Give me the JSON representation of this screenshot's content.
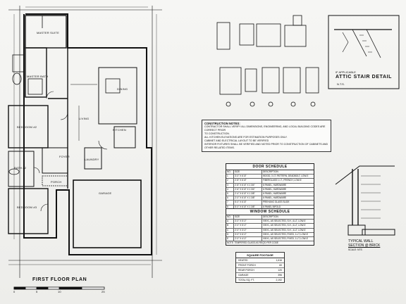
{
  "plan": {
    "title": "FIRST FLOOR PLAN",
    "scale_ticks": [
      "0",
      "5",
      "10",
      "25"
    ],
    "rooms": {
      "master_bath": "MASTER BATH",
      "bedroom2": "BEDROOM #2",
      "bath2": "BATH #2",
      "bedroom3": "BEDROOM #3",
      "living": "LIVING",
      "kitchen": "KITCHEN",
      "dining": "DINING",
      "foyer": "FOYER",
      "porch": "PORCH",
      "garage": "GARAGE",
      "laundry": "LAUNDRY",
      "master_suite": "MASTER SUITE"
    }
  },
  "attic": {
    "note": "IF APPLICABLE",
    "title": "ATTIC STAIR DETAIL",
    "scale": "N.T.S."
  },
  "construction_notes": {
    "title": "CONSTRUCTION NOTES:",
    "lines": [
      "CONTRACTOR SHALL VERIFY ALL DIMENSIONS, ENGINEERING, AND LOCAL BUILDING CODES ARE CORRECT PRIOR",
      "TO CONSTRUCTION.",
      "ALL KITCHEN ELEVATIONS ARE FOR ESTIMATION PURPOSES ONLY.",
      "CABINET AND ELECTRICAL LAYOUT TO BE VERIFIED",
      "INTERIOR FIXTURES SHALL BE VERIFIED AND NOTED PRIOR TO CONSTRUCTION OF CABINETS AND",
      "OTHER RELATED ITEMS."
    ]
  },
  "door_schedule": {
    "title": "DOOR SCHEDULE",
    "columns": [
      "NO.",
      "SIZE",
      "DESCRIPTION"
    ],
    "rows": [
      [
        "1",
        "3'-0\" X 6'-8\"",
        "WOOD, 3 LT. PATTERN, DEADBOLT, LOW-E"
      ],
      [
        "2",
        "2'-8\" X 6'-8\"",
        "FIBERGLASS 1 LT., FRENCH, LOW-E"
      ],
      [
        "3",
        "2'-8\" X 6'-8\" X 1 3/4\"",
        "6 PANEL, HARDWARE"
      ],
      [
        "4",
        "2'-6\" X 6'-8\" X 1 3/4\"",
        "6 PANEL, HARDWARE"
      ],
      [
        "5",
        "2'-4\" X 6'-8\" X 1 3/8\"",
        "6 PANEL, HARDWARE"
      ],
      [
        "6",
        "2'-0\" X 6'-8\" X 1 3/8\"",
        "6 PANEL, HARDWARE"
      ],
      [
        "7",
        "5'-0\" X 6'-8\"",
        "PREHUNG GLASS SLIDE"
      ],
      [
        "8",
        "5'-0\" X 6'-8\" X 1 3/8\"",
        "6 PANEL BIFOLD"
      ],
      [
        "9",
        "2'-8\" X 6'-8\"",
        "METAL INSULATED DOOR"
      ],
      [
        "10",
        "16'-0\" X 7'-0\"",
        "METAL OVERHEAD"
      ]
    ]
  },
  "window_schedule": {
    "title": "WINDOW SCHEDULE",
    "columns": [
      "NO.",
      "SIZE",
      "DESCRIPTION"
    ],
    "rows": [
      [
        "A",
        "3'-0\" X 5'-0\"",
        "VINYL, AS SELECTED, S.H., 6-LT, LOW-E"
      ],
      [
        "B",
        "2'-0\" X 5'-0\"",
        "VINYL, AS SELECTED, S.H., 6-LT, LOW-E"
      ],
      [
        "C",
        "2'-0\" X 3'-0\"",
        "VINYL, AS SELECTED, S.H., 4-LT, LOW-E"
      ],
      [
        "D",
        "3'-0\" X 6'-0\"",
        "VINYL, AS SELECTED, FIXED, 1-LT, LOW-E"
      ],
      [
        "E",
        "2'-0\" X 4'-0\"",
        "VINYL, AS SELECTED, FIXED, 1-LT, LOW-E"
      ]
    ],
    "note": "NOTE: TEMPERED GLASS AS REQ'D PER CODE"
  },
  "square_footage": {
    "title": "SQUARE FOOTAGE",
    "rows": [
      [
        "HEATED",
        "1,616"
      ],
      [
        "FRONT PORCH",
        "60"
      ],
      [
        "REAR PORCH",
        "120"
      ],
      [
        "GARAGE",
        "396"
      ],
      [
        "TOTAL SQ. FT.",
        "2,192"
      ]
    ]
  },
  "wall_section": {
    "title_1": "TYPICAL WALL",
    "title_2": "SECTION @ BRICK",
    "scale": "SCALE: NTS"
  }
}
